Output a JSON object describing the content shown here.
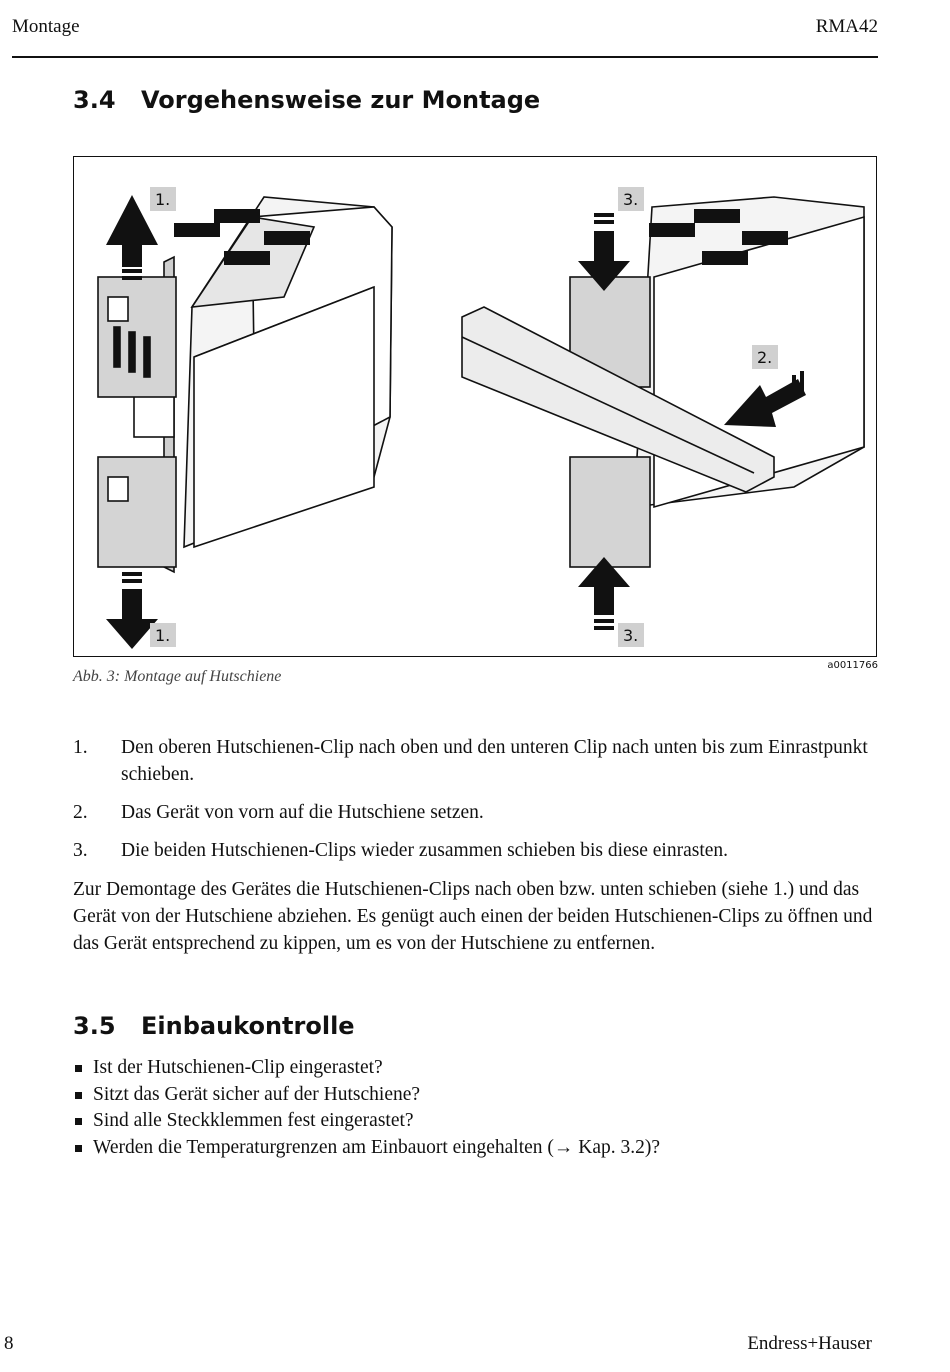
{
  "header": {
    "left": "Montage",
    "right": "RMA42"
  },
  "section_34": {
    "number": "3.4",
    "title": "Vorgehensweise zur Montage"
  },
  "figure": {
    "labels": {
      "step1_top": "1.",
      "step1_bottom": "1.",
      "step3_top": "3.",
      "step3_bottom": "3.",
      "step2": "2."
    },
    "image_id": "a0011766",
    "caption": "Abb. 3: Montage auf Hutschiene"
  },
  "steps": [
    {
      "n": "1.",
      "text": "Den oberen Hutschienen-Clip nach oben und den unteren Clip nach unten bis zum Einrastpunkt schieben."
    },
    {
      "n": "2.",
      "text": "Das Gerät von vorn auf die Hutschiene setzen."
    },
    {
      "n": "3.",
      "text": "Die beiden Hutschienen-Clips wieder zusammen schieben bis diese einrasten."
    }
  ],
  "paragraph": "Zur Demontage des Gerätes die Hutschienen-Clips nach oben bzw. unten schieben (siehe 1.) und das Gerät von der Hutschiene abziehen. Es genügt auch einen der beiden Hutschienen-Clips zu öffnen und das Gerät entsprechend zu kippen, um es von der Hutschiene zu entfernen.",
  "section_35": {
    "number": "3.5",
    "title": "Einbaukontrolle"
  },
  "checks": [
    "Ist der Hutschienen-Clip eingerastet?",
    "Sitzt das Gerät sicher auf der Hutschiene?",
    "Sind alle Steckklemmen fest eingerastet?",
    "Werden die Temperaturgrenzen am Einbauort eingehalten (→ Kap. 3.2)?"
  ],
  "footer": {
    "page": "8",
    "brand": "Endress+Hauser"
  }
}
